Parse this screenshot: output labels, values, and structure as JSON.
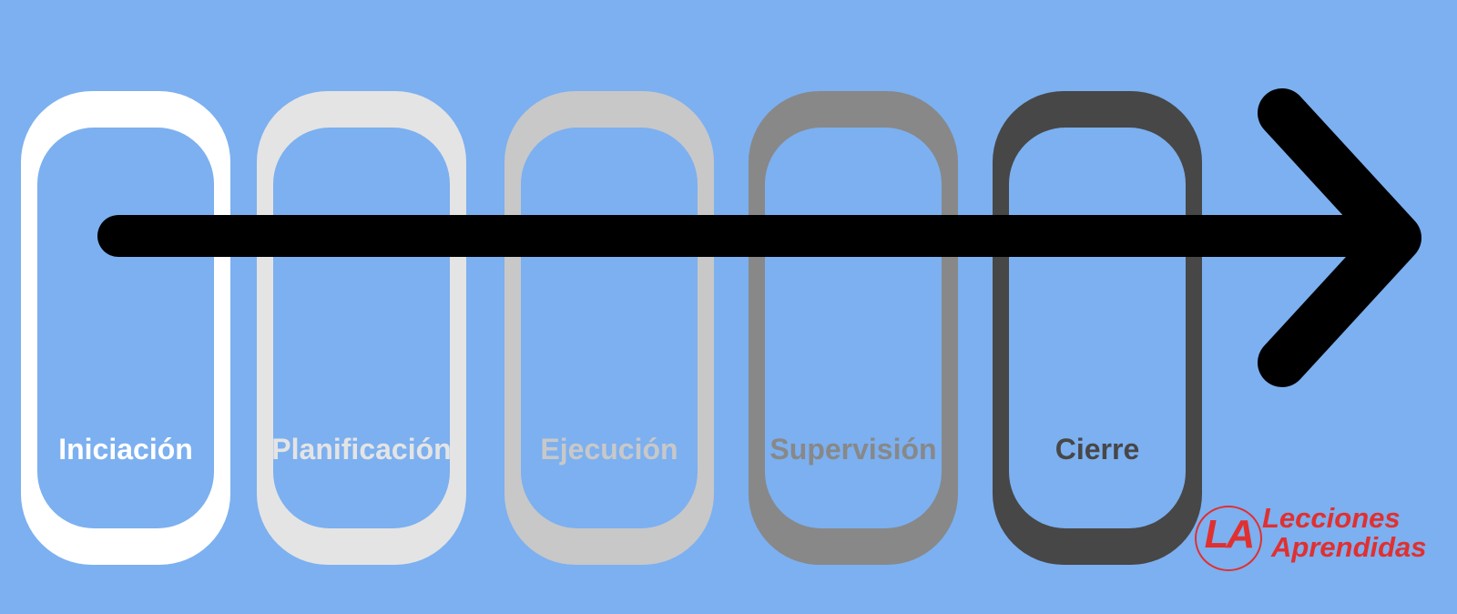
{
  "diagram": {
    "phases": [
      {
        "label": "Iniciación",
        "color": "#ffffff"
      },
      {
        "label": "Planificación",
        "color": "#e4e4e4"
      },
      {
        "label": "Ejecución",
        "color": "#c8c8c8"
      },
      {
        "label": "Supervisión",
        "color": "#888888"
      },
      {
        "label": "Cierre",
        "color": "#474747"
      }
    ],
    "arrow_color": "#000000"
  },
  "logo": {
    "badge": "LA",
    "line1": "Lecciones",
    "line2": "Aprendidas",
    "color": "#e03030"
  }
}
